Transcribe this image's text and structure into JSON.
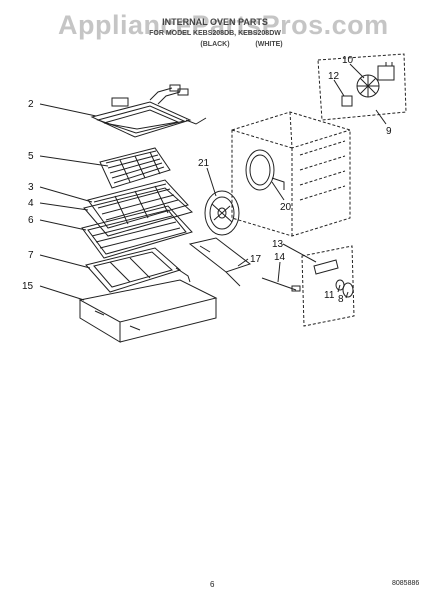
{
  "header": {
    "title": "INTERNAL OVEN PARTS",
    "subtitle": "FOR MODEL KEBS208DB, KEBS208DW",
    "variant_black": "(BLACK)",
    "variant_white": "(WHITE)"
  },
  "watermark": "AppliancePartsPros.com",
  "page_number": "6",
  "reference_code": "8085886",
  "callouts": [
    {
      "id": "2",
      "label": "2"
    },
    {
      "id": "5",
      "label": "5"
    },
    {
      "id": "3",
      "label": "3"
    },
    {
      "id": "4",
      "label": "4"
    },
    {
      "id": "6",
      "label": "6"
    },
    {
      "id": "7",
      "label": "7"
    },
    {
      "id": "15",
      "label": "15"
    },
    {
      "id": "10",
      "label": "10"
    },
    {
      "id": "12",
      "label": "12"
    },
    {
      "id": "9",
      "label": "9"
    },
    {
      "id": "21",
      "label": "21"
    },
    {
      "id": "20",
      "label": "20"
    },
    {
      "id": "17",
      "label": "17"
    },
    {
      "id": "13",
      "label": "13"
    },
    {
      "id": "14",
      "label": "14"
    },
    {
      "id": "11",
      "label": "11"
    },
    {
      "id": "8",
      "label": "8"
    }
  ],
  "colors": {
    "line": "#222222",
    "header": "#444444",
    "watermark": "#969696"
  }
}
